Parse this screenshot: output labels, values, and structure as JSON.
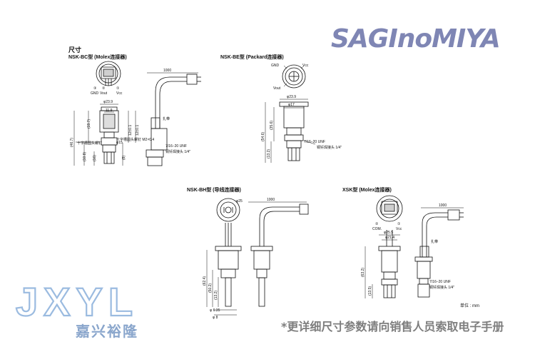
{
  "page": {
    "heading": "尺寸",
    "unit_note": "单位 : mm",
    "footer_note": "*更详细尺寸参数请向销售人员索取电子手册"
  },
  "logo": {
    "text": "SAGInoMIYA"
  },
  "watermark": {
    "latin": "JXYL",
    "chinese": "嘉兴裕隆"
  },
  "diagrams": [
    {
      "title": "NSK-BC型 (Molex连接器)",
      "labels": {
        "gnd": "GND",
        "vout": "Vout",
        "vcc": "Vcc",
        "n3": "③",
        "n2": "②",
        "n1": "①",
        "len": "1000",
        "dia": "φ23.9",
        "w1": "11.9",
        "h1": "(19.7)",
        "h2": "(46.7)",
        "h3": "(10.8)",
        "h4": "(16)",
        "h5": "(8)",
        "d15": "φ15",
        "dim12a": "12±0.1",
        "dim12b": "12±0.1",
        "flat1": "十字槽圆头螺钉",
        "flat2": "十字槽圆头螺钉 M2×0.4",
        "tape": "扎带",
        "thread": "7/16−20 UNF",
        "flare": "铜钎焊接头 1/4\""
      }
    },
    {
      "title": "NSK-BE型 (Packard连接器)",
      "labels": {
        "gnd": "GND",
        "vcc": "Vcc",
        "vout": "Vout",
        "dia": "φ23.9",
        "d17": "φ17",
        "h1": "(35.6)",
        "h2": "(54.6)",
        "h3": "(13.2)",
        "thread": "7/16−20 UNF",
        "flare": "铜钎焊接头 1/4\""
      }
    },
    {
      "title": "NSK-BH型 (导线连接器)",
      "labels": {
        "len": "1000",
        "d25": "φ25",
        "h1": "(62.4)",
        "h2": "(50.2)",
        "h3": "(13.2)",
        "d635": "φ 6.35",
        "d8": "φ 8"
      }
    },
    {
      "title": "XSK型 (Molex连接器)",
      "labels": {
        "com": "COM.",
        "vcc": "Vcc",
        "n2": "②",
        "n1": "①",
        "len": "1000",
        "d255": "φ25.5",
        "d214": "φ21.4",
        "h1": "(63.2)",
        "h2": "(13.5)",
        "tape": "扎带",
        "thread": "7/16−20 UNF",
        "flare": "铜钎焊接头 1/4\""
      }
    }
  ]
}
